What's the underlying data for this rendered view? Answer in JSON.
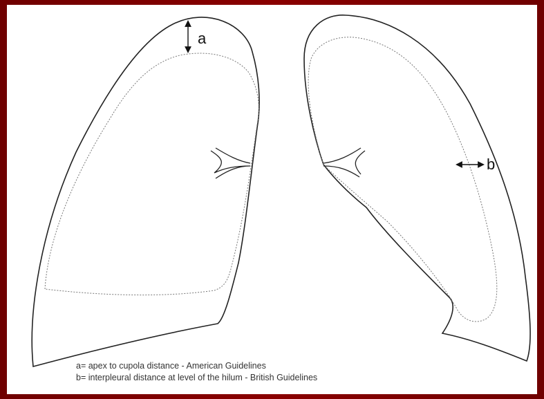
{
  "labels": {
    "a": "a",
    "b": "b"
  },
  "legend": {
    "line_a": "a= apex to cupola distance - American Guidelines",
    "line_b": "b= interpleural distance at level of the hilum - British Guidelines"
  },
  "colors": {
    "border": "#7a0000",
    "background": "#ffffff",
    "outline": "#222222",
    "dashed_outline": "#777777"
  }
}
